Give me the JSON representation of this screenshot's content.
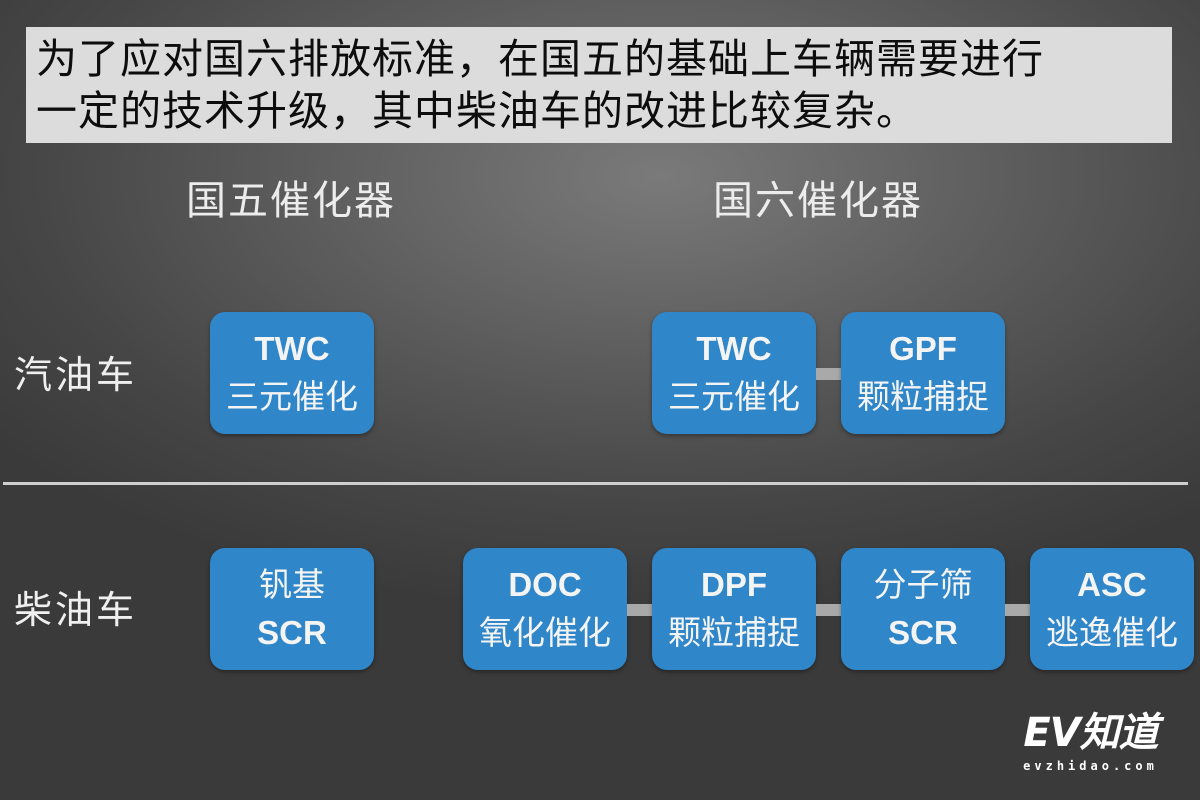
{
  "caption": {
    "line1": "为了应对国六排放标准，在国五的基础上车辆需要进行",
    "line2": "一定的技术升级，其中柴油车的改进比较复杂。"
  },
  "columns": {
    "guo5": "国五催化器",
    "guo6": "国六催化器"
  },
  "rows": {
    "gasoline": "汽油车",
    "diesel": "柴油车"
  },
  "gasoline": {
    "guo5": [
      {
        "line1": "TWC",
        "line2": "三元催化"
      }
    ],
    "guo6": [
      {
        "line1": "TWC",
        "line2": "三元催化"
      },
      {
        "line1": "GPF",
        "line2": "颗粒捕捉"
      }
    ]
  },
  "diesel": {
    "guo5": [
      {
        "line1": "钒基",
        "line2": "SCR"
      }
    ],
    "guo6": [
      {
        "line1": "DOC",
        "line2": "氧化催化"
      },
      {
        "line1": "DPF",
        "line2": "颗粒捕捉"
      },
      {
        "line1": "分子筛",
        "line2": "SCR"
      },
      {
        "line1": "ASC",
        "line2": "逃逸催化"
      }
    ]
  },
  "logo": {
    "brand": "EV知道",
    "domain": "evzhidao.com"
  },
  "colors": {
    "box_blue": "#2f86c9",
    "connector_gray": "#a9a9a9",
    "caption_bg": "#dcdcdc"
  }
}
